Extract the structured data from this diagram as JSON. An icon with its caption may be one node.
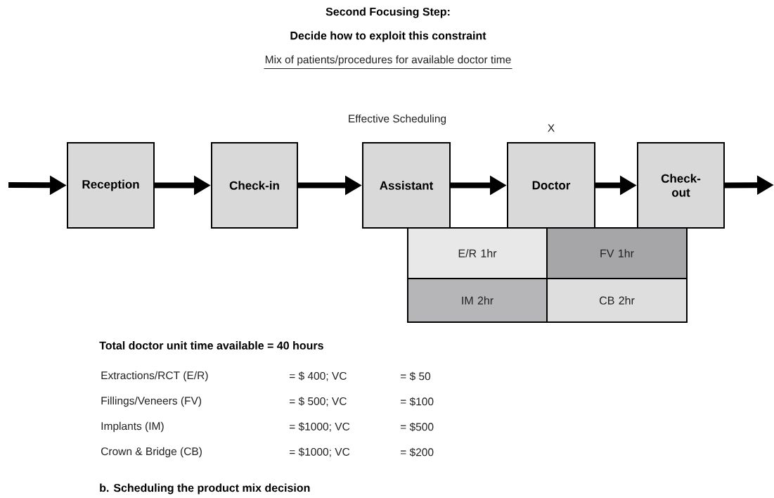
{
  "diagram": {
    "title": "Second Focusing Step:",
    "caption": "b. Scheduling the product mix decision",
    "nodes": [
      {
        "text": [
          "Reception"
        ]
      },
      {
        "text": [
          "Check-in"
        ]
      },
      {
        "text": [
          "Assistant"
        ]
      },
      {
        "text": [
          "Doctor"
        ]
      },
      {
        "text": [
          "Check-out"
        ]
      },
      {
        "text": [
          "E/R 1hr"
        ]
      },
      {
        "text": [
          "FV 1hr"
        ]
      },
      {
        "text": [
          "IM 2hr"
        ]
      },
      {
        "text": [
          "CB 2hr"
        ]
      }
    ],
    "edges": [
      {
        "from": null,
        "to": 0,
        "arrow": "to"
      },
      {
        "from": 0,
        "to": 1,
        "arrow": "to"
      },
      {
        "from": 1,
        "to": 2,
        "arrow": "to"
      },
      {
        "from": 2,
        "to": 3,
        "arrow": "to"
      },
      {
        "from": 3,
        "to": 4,
        "arrow": "to"
      },
      {
        "from": 4,
        "to": null,
        "arrow": "to"
      }
    ],
    "labels": [
      "Decide how to exploit this constraint",
      "Mix of patients/procedures for available doctor time",
      "Effective Scheduling",
      "X",
      "Total doctor unit time available = 40 hours",
      "Extractions/RCT (E/R)",
      "= $ 400; VC",
      "= $ 50",
      "Fillings/Veneers (FV)",
      "= $ 500; VC",
      "= $100",
      "Implants (IM)",
      "= $1000; VC",
      "= $500",
      "Crown & Bridge (CB)",
      "= $1000; VC",
      "= $200"
    ]
  }
}
